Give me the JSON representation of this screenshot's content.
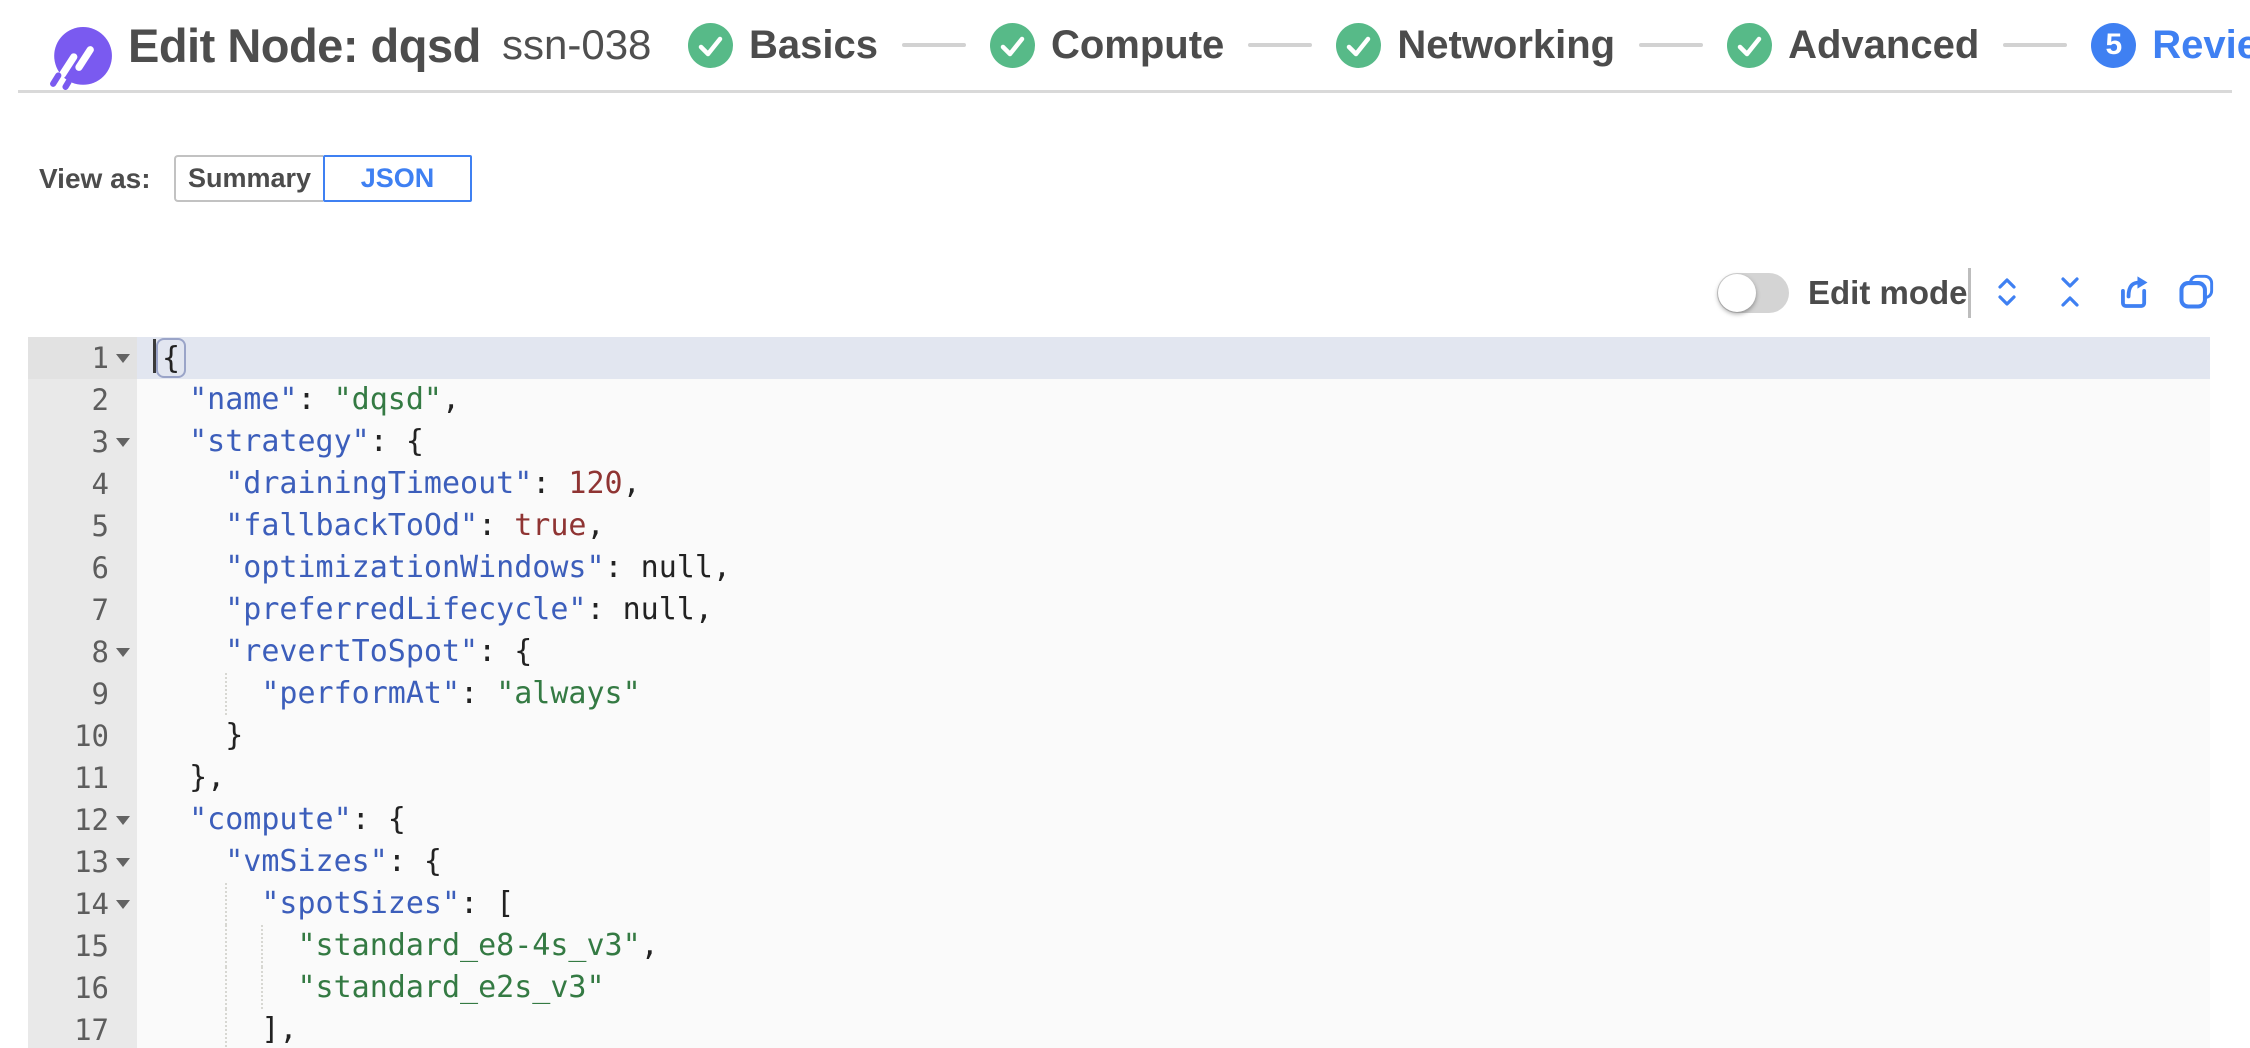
{
  "theme": {
    "accent": "#3f80f2",
    "success": "#57ba88",
    "brand_purple": "#7a5af0"
  },
  "header": {
    "title": "Edit Node: dqsd",
    "node_id": "ssn-038",
    "steps": [
      {
        "label": "Basics",
        "state": "complete"
      },
      {
        "label": "Compute",
        "state": "complete"
      },
      {
        "label": "Networking",
        "state": "complete"
      },
      {
        "label": "Advanced",
        "state": "complete"
      },
      {
        "label": "Review",
        "state": "current",
        "number": "5"
      }
    ]
  },
  "view_as": {
    "label": "View as:",
    "options": [
      {
        "label": "Summary",
        "selected": false
      },
      {
        "label": "JSON",
        "selected": true
      }
    ]
  },
  "toolbar": {
    "edit_mode_label": "Edit mode",
    "edit_mode_on": false,
    "icons": [
      "expand-all-icon",
      "collapse-all-icon",
      "export-icon",
      "copy-icon"
    ]
  },
  "editor": {
    "syntax_colors": {
      "key": "#3c5ebb",
      "string": "#347a43",
      "number": "#8f3433",
      "boolean": "#8f3433",
      "plain": "#222222",
      "line_number": "#5d5d5d"
    },
    "active_line": 1,
    "lines": [
      {
        "n": 1,
        "fold": true,
        "tokens": [
          [
            "plain",
            "{"
          ]
        ]
      },
      {
        "n": 2,
        "fold": false,
        "tokens": [
          [
            "ws",
            "  "
          ],
          [
            "key",
            "\"name\""
          ],
          [
            "plain",
            ": "
          ],
          [
            "str",
            "\"dqsd\""
          ],
          [
            "plain",
            ","
          ]
        ]
      },
      {
        "n": 3,
        "fold": true,
        "tokens": [
          [
            "ws",
            "  "
          ],
          [
            "key",
            "\"strategy\""
          ],
          [
            "plain",
            ": {"
          ]
        ]
      },
      {
        "n": 4,
        "fold": false,
        "tokens": [
          [
            "ws",
            "    "
          ],
          [
            "key",
            "\"drainingTimeout\""
          ],
          [
            "plain",
            ": "
          ],
          [
            "num",
            "120"
          ],
          [
            "plain",
            ","
          ]
        ]
      },
      {
        "n": 5,
        "fold": false,
        "tokens": [
          [
            "ws",
            "    "
          ],
          [
            "key",
            "\"fallbackToOd\""
          ],
          [
            "plain",
            ": "
          ],
          [
            "bool",
            "true"
          ],
          [
            "plain",
            ","
          ]
        ]
      },
      {
        "n": 6,
        "fold": false,
        "tokens": [
          [
            "ws",
            "    "
          ],
          [
            "key",
            "\"optimizationWindows\""
          ],
          [
            "plain",
            ": null,"
          ]
        ]
      },
      {
        "n": 7,
        "fold": false,
        "tokens": [
          [
            "ws",
            "    "
          ],
          [
            "key",
            "\"preferredLifecycle\""
          ],
          [
            "plain",
            ": null,"
          ]
        ]
      },
      {
        "n": 8,
        "fold": true,
        "tokens": [
          [
            "ws",
            "    "
          ],
          [
            "key",
            "\"revertToSpot\""
          ],
          [
            "plain",
            ": {"
          ]
        ]
      },
      {
        "n": 9,
        "fold": false,
        "tokens": [
          [
            "ws",
            "      "
          ],
          [
            "key",
            "\"performAt\""
          ],
          [
            "plain",
            ": "
          ],
          [
            "str",
            "\"always\""
          ]
        ]
      },
      {
        "n": 10,
        "fold": false,
        "tokens": [
          [
            "ws",
            "    "
          ],
          [
            "plain",
            "}"
          ]
        ]
      },
      {
        "n": 11,
        "fold": false,
        "tokens": [
          [
            "ws",
            "  "
          ],
          [
            "plain",
            "},"
          ]
        ]
      },
      {
        "n": 12,
        "fold": true,
        "tokens": [
          [
            "ws",
            "  "
          ],
          [
            "key",
            "\"compute\""
          ],
          [
            "plain",
            ": {"
          ]
        ]
      },
      {
        "n": 13,
        "fold": true,
        "tokens": [
          [
            "ws",
            "    "
          ],
          [
            "key",
            "\"vmSizes\""
          ],
          [
            "plain",
            ": {"
          ]
        ]
      },
      {
        "n": 14,
        "fold": true,
        "tokens": [
          [
            "ws",
            "      "
          ],
          [
            "key",
            "\"spotSizes\""
          ],
          [
            "plain",
            ": ["
          ]
        ]
      },
      {
        "n": 15,
        "fold": false,
        "tokens": [
          [
            "ws",
            "        "
          ],
          [
            "str",
            "\"standard_e8-4s_v3\""
          ],
          [
            "plain",
            ","
          ]
        ]
      },
      {
        "n": 16,
        "fold": false,
        "tokens": [
          [
            "ws",
            "        "
          ],
          [
            "str",
            "\"standard_e2s_v3\""
          ]
        ]
      },
      {
        "n": 17,
        "fold": false,
        "tokens": [
          [
            "ws",
            "      "
          ],
          [
            "plain",
            "],"
          ]
        ]
      }
    ]
  }
}
